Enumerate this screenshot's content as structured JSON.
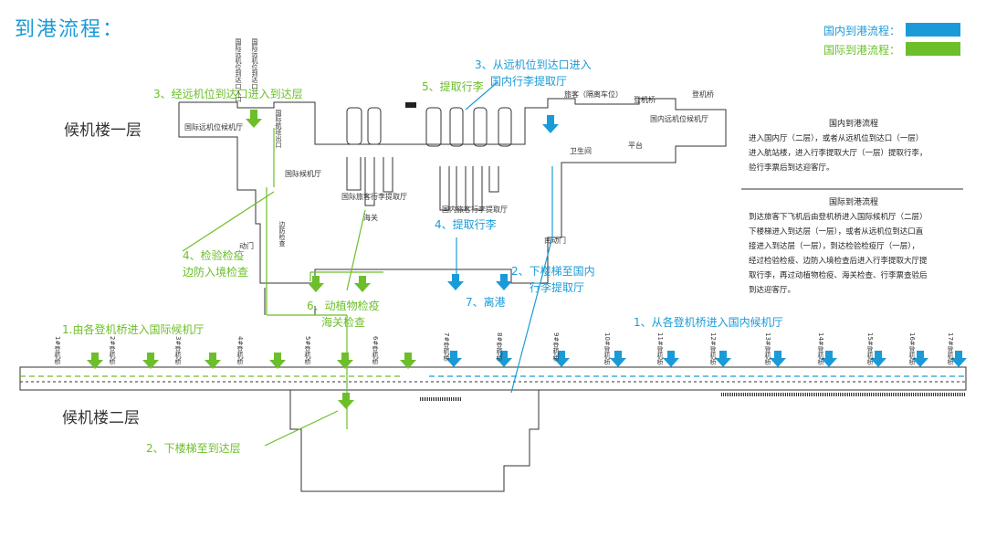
{
  "title": "到港流程：",
  "legend": [
    {
      "label": "国内到港流程：",
      "color": "#1a9bd7"
    },
    {
      "label": "国际到港流程：",
      "color": "#6cbf2a"
    }
  ],
  "floors": {
    "first": "候机楼一层",
    "second": "候机楼二层"
  },
  "green_steps": {
    "s1": "1.由各登机桥进入国际候机厅",
    "s2": "2、下楼梯至到达层",
    "s3": "3、经远机位到达口进入到达层",
    "s4a": "4、检验检疫",
    "s4b": "边防入境检查",
    "s5": "5、提取行李",
    "s6a": "6、动植物检疫",
    "s6b": "海关检查"
  },
  "blue_steps": {
    "s1": "1、从各登机桥进入国内候机厅",
    "s2a": "2、下楼梯至国内",
    "s2b": "行李提取厅",
    "s3a": "3、从远机位到达口进入",
    "s3b": "国内行李提取厅",
    "s4": "4、提取行李",
    "s7": "7、离港"
  },
  "rooms": {
    "intl_remote_hall": "国际远机位候机厅",
    "intl_arrival_hall": "国际候机厅",
    "intl_baggage_hall": "国际旅客行李提取厅",
    "dom_baggage_hall": "国内旅客行李提取厅",
    "dom_remote_hall": "国内远机位候机厅",
    "customs": "海关",
    "dom_parking": "旅客（隔离车位）",
    "boarding_bridge1": "登机桥",
    "boarding_bridge2": "登机桥",
    "toilet": "卫生间",
    "platform": "平台",
    "south_gate": "南动门",
    "west_gate": "动门",
    "vertical1": "国际远机位到达口入口",
    "vertical2": "国际远机位到达口",
    "vertical3": "国际航班出口",
    "vertical4": "边防检查"
  },
  "notes": {
    "domestic_title": "国内到港流程",
    "domestic_lines": [
      "进入国内厅（二层），或者从远机位到达口（一层）",
      "进入航站楼，进入行李提取大厅（一层）提取行李，",
      "验行李票后到达迎客厅。"
    ],
    "intl_title": "国际到港流程",
    "intl_lines": [
      "到达旅客下飞机后由登机桥进入国际候机厅（二层）",
      "下楼梯进入到达层（一层），或者从远机位到达口直",
      "接进入到达层（一层），到达检验检疫厅（一层），",
      "经过检验检疫、边防入境检查后进入行李提取大厅提",
      "取行李，再过动植物检疫、海关检查、行李票查验后",
      "到达迎客厅。"
    ]
  },
  "gates": [
    "1#登机桥",
    "2#登机桥",
    "3#登机桥",
    "4#登机桥",
    "5#登机桥",
    "6#登机桥",
    "7#登机桥",
    "8#登机桥",
    "9#登机桥",
    "10#登机桥",
    "11#登机桥",
    "12#登机桥",
    "13#登机桥",
    "14#登机桥",
    "15#登机桥",
    "16#登机桥",
    "17#登机桥"
  ]
}
